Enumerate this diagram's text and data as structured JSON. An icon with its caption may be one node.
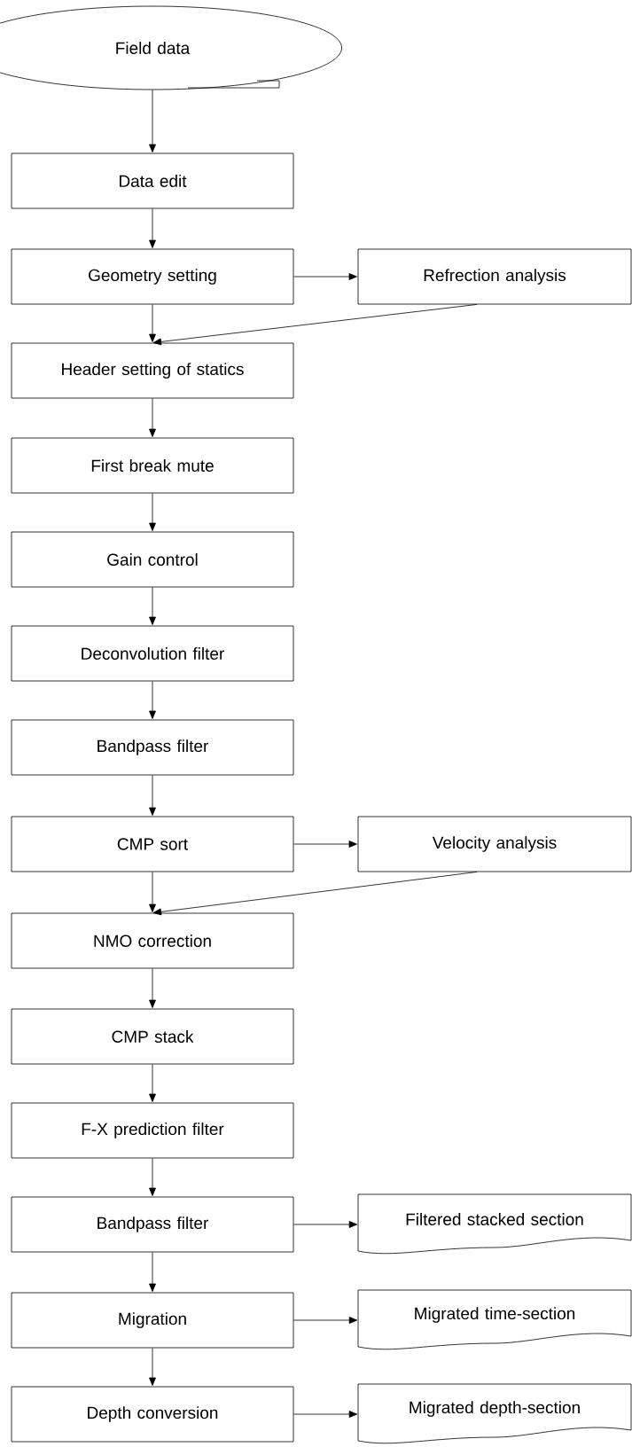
{
  "diagram": {
    "nodes": [
      {
        "text": [
          "Field data"
        ]
      },
      {
        "text": [
          "Data edit"
        ]
      },
      {
        "text": [
          "Geometry setting"
        ]
      },
      {
        "text": [
          "Refrection analysis"
        ]
      },
      {
        "text": [
          "Header setting of statics"
        ]
      },
      {
        "text": [
          "First break mute"
        ]
      },
      {
        "text": [
          "Gain control"
        ]
      },
      {
        "text": [
          "Deconvolution filter"
        ]
      },
      {
        "text": [
          "Bandpass filter"
        ]
      },
      {
        "text": [
          "CMP sort"
        ]
      },
      {
        "text": [
          "Velocity analysis"
        ]
      },
      {
        "text": [
          "NMO correction"
        ]
      },
      {
        "text": [
          "CMP stack"
        ]
      },
      {
        "text": [
          "F-X prediction filter"
        ]
      },
      {
        "text": [
          "Bandpass filter"
        ]
      },
      {
        "text": [
          "Filtered stacked section"
        ]
      },
      {
        "text": [
          "Migration"
        ]
      },
      {
        "text": [
          "Migrated time-section"
        ]
      },
      {
        "text": [
          "Depth conversion"
        ]
      },
      {
        "text": [
          "Migrated depth-section"
        ]
      }
    ],
    "edges": [
      {
        "from": 0,
        "to": 1,
        "arrow": "to"
      },
      {
        "from": 1,
        "to": 2,
        "arrow": "to"
      },
      {
        "from": 2,
        "to": 3,
        "arrow": "to"
      },
      {
        "from": 2,
        "to": 4,
        "arrow": "to"
      },
      {
        "from": 3,
        "to": 4,
        "arrow": "to"
      },
      {
        "from": 4,
        "to": 5,
        "arrow": "to"
      },
      {
        "from": 5,
        "to": 6,
        "arrow": "to"
      },
      {
        "from": 6,
        "to": 7,
        "arrow": "to"
      },
      {
        "from": 7,
        "to": 8,
        "arrow": "to"
      },
      {
        "from": 8,
        "to": 9,
        "arrow": "to"
      },
      {
        "from": 9,
        "to": 10,
        "arrow": "to"
      },
      {
        "from": 9,
        "to": 11,
        "arrow": "to"
      },
      {
        "from": 10,
        "to": 11,
        "arrow": "to"
      },
      {
        "from": 11,
        "to": 12,
        "arrow": "to"
      },
      {
        "from": 12,
        "to": 13,
        "arrow": "to"
      },
      {
        "from": 13,
        "to": 14,
        "arrow": "to"
      },
      {
        "from": 14,
        "to": 15,
        "arrow": "to"
      },
      {
        "from": 14,
        "to": 16,
        "arrow": "to"
      },
      {
        "from": 16,
        "to": 17,
        "arrow": "to"
      },
      {
        "from": 16,
        "to": 18,
        "arrow": "to"
      },
      {
        "from": 18,
        "to": 19,
        "arrow": "to"
      }
    ]
  }
}
